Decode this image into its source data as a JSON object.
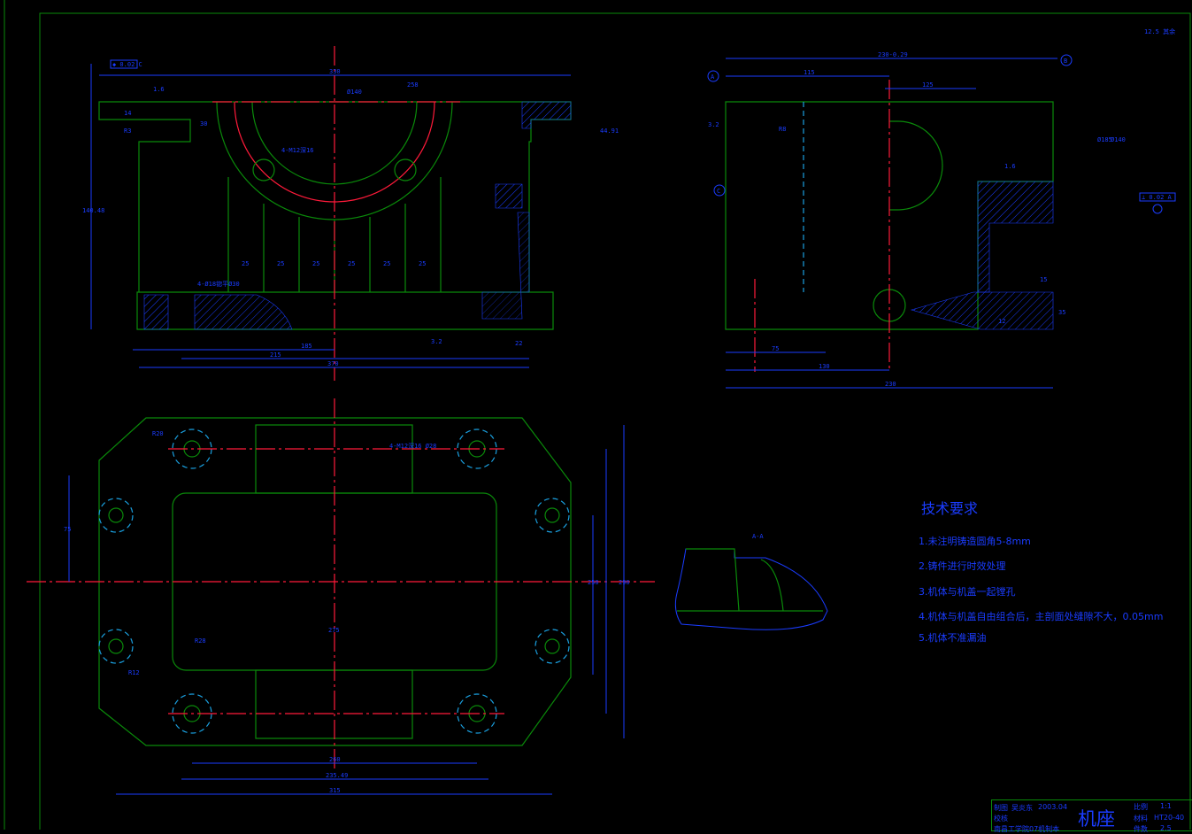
{
  "drawing": {
    "front_view_dims": [
      "330",
      "258",
      "14",
      "30",
      "1.6",
      "4-M12深16",
      "Ø140",
      "R3",
      "25",
      "25",
      "25",
      "25",
      "25",
      "25",
      "4-Ø18锪平Ø30",
      "185",
      "215",
      "370",
      "22",
      "140.48",
      "44.91",
      "3.2"
    ],
    "datum_label": "◆ 0.02 C",
    "side_view_dims": [
      "230-0.29",
      "115",
      "125",
      "3.2",
      "R8",
      "Ø185",
      "Ø140",
      "1.6",
      "75",
      "130",
      "230",
      "15",
      "35",
      "12"
    ],
    "side_markers": [
      "A",
      "B",
      "C"
    ],
    "side_datum_label": "⊥ 0.02 A",
    "plan_view_dims": [
      "4-M12深16 Ø28",
      "260",
      "235.49",
      "315",
      "75",
      "275",
      "250",
      "290",
      "R20",
      "R28",
      "R12"
    ],
    "section_label": "A-A",
    "roughness_corner": "12.5 其余"
  },
  "requirements": {
    "title": "技术要求",
    "items": [
      "1.未注明铸造圆角5-8mm",
      "2.铸件进行时效处理",
      "3.机体与机盖一起镗孔",
      "4.机体与机盖自由组合后，主剖面处缝隙不大，0.05mm",
      "5.机体不准漏油"
    ]
  },
  "title_block": {
    "drawn_label": "制图",
    "drawn_by": "吴炎东",
    "date": "2003.04",
    "check_label": "校核",
    "school": "南昌工学院07机制本",
    "part_name": "机座",
    "scale_label": "比例",
    "scale": "1:1",
    "material_label": "材料",
    "material": "HT20-40",
    "weight_label": "件数",
    "weight": "2.5"
  }
}
